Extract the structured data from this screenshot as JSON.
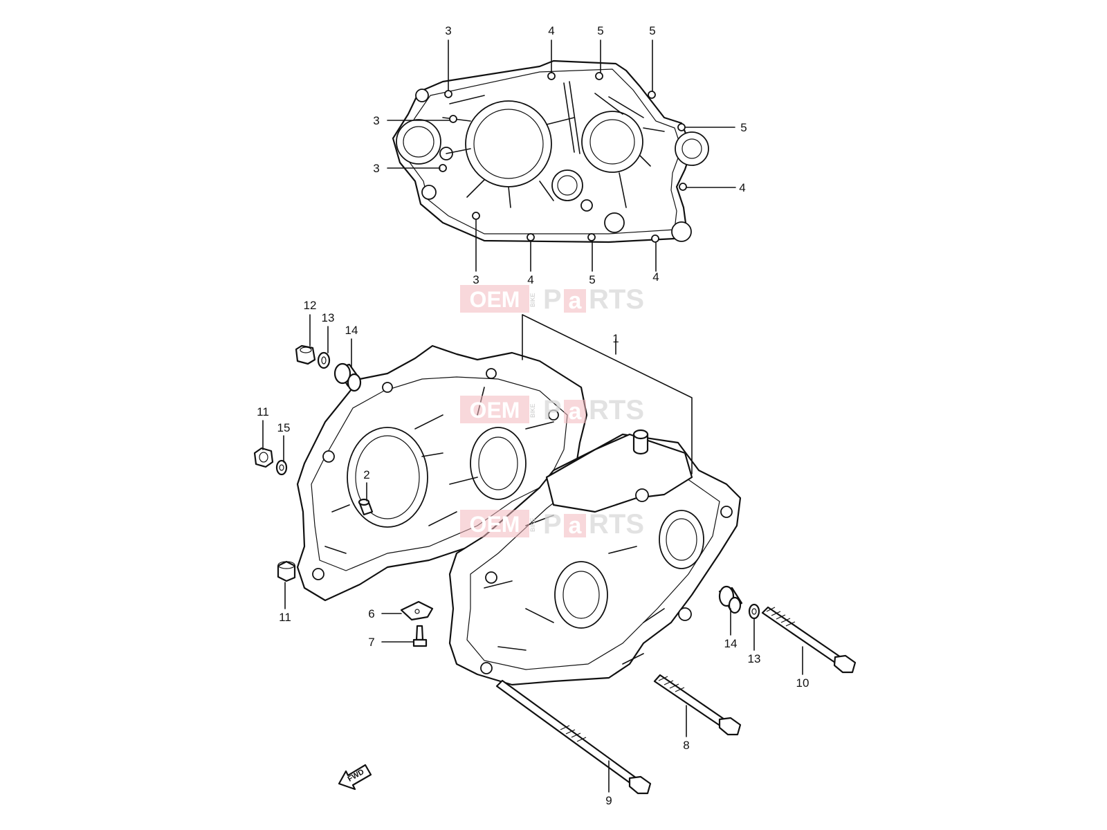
{
  "watermark": {
    "oem": "OEM",
    "bike": "BIKE",
    "p": "P",
    "a": "a",
    "rts": "RTS"
  },
  "fwd_label": "FWD",
  "callouts": [
    {
      "id": "c1",
      "label": "3"
    },
    {
      "id": "c2",
      "label": "4"
    },
    {
      "id": "c3",
      "label": "5"
    },
    {
      "id": "c4",
      "label": "5"
    },
    {
      "id": "c5",
      "label": "3"
    },
    {
      "id": "c6",
      "label": "3"
    },
    {
      "id": "c7",
      "label": "5"
    },
    {
      "id": "c8",
      "label": "4"
    },
    {
      "id": "c9",
      "label": "3"
    },
    {
      "id": "c10",
      "label": "4"
    },
    {
      "id": "c11",
      "label": "5"
    },
    {
      "id": "c12",
      "label": "4"
    },
    {
      "id": "c13",
      "label": "12"
    },
    {
      "id": "c14",
      "label": "13"
    },
    {
      "id": "c15",
      "label": "14"
    },
    {
      "id": "c16",
      "label": "1"
    },
    {
      "id": "c17",
      "label": "11"
    },
    {
      "id": "c18",
      "label": "15"
    },
    {
      "id": "c19",
      "label": "2"
    },
    {
      "id": "c20",
      "label": "11"
    },
    {
      "id": "c21",
      "label": "6"
    },
    {
      "id": "c22",
      "label": "7"
    },
    {
      "id": "c23",
      "label": "14"
    },
    {
      "id": "c24",
      "label": "13"
    },
    {
      "id": "c25",
      "label": "10"
    },
    {
      "id": "c26",
      "label": "8"
    },
    {
      "id": "c27",
      "label": "9"
    }
  ]
}
